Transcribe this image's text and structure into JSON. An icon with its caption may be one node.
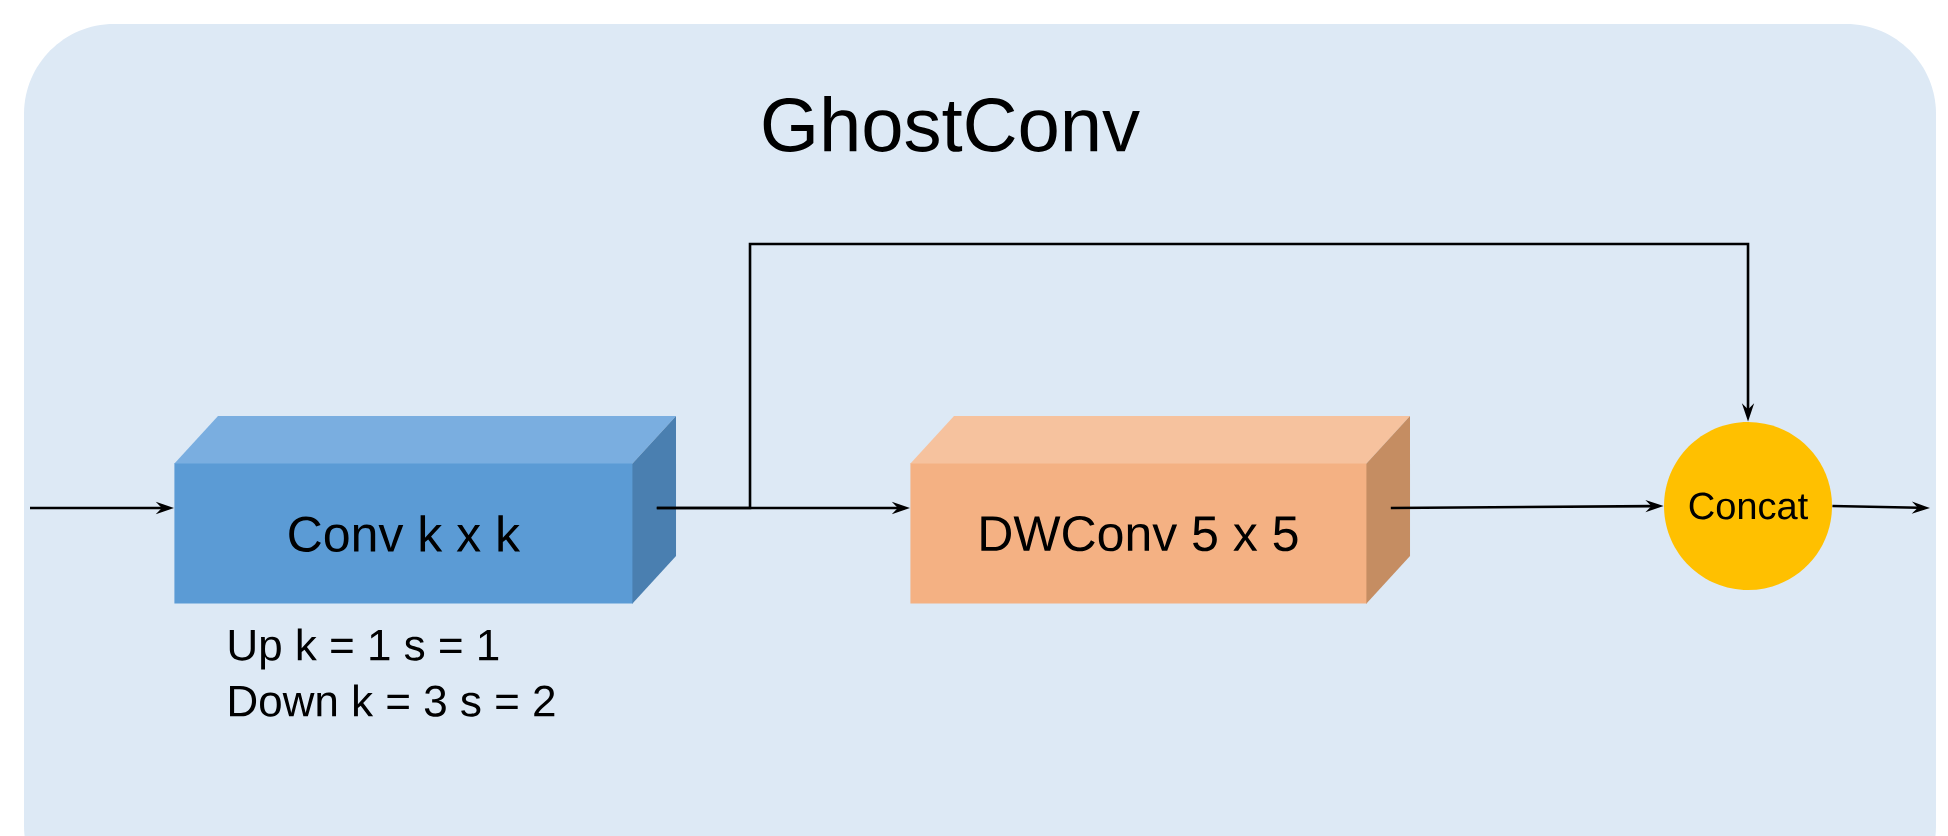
{
  "diagram": {
    "title": "GhostConv",
    "nodes": [
      {
        "text": [
          "Conv k x k"
        ],
        "beside": [
          "Up k = 1 s = 1",
          "Down k = 3 s = 2"
        ]
      },
      {
        "text": [
          "DWConv 5 x 5"
        ]
      },
      {
        "text": [
          "Concat"
        ]
      }
    ],
    "edges": [
      {
        "from": null,
        "to": 0,
        "arrow": "to"
      },
      {
        "from": 0,
        "to": 1,
        "arrow": "to"
      },
      {
        "from": 0,
        "to": 2,
        "arrow": "to"
      },
      {
        "from": 1,
        "to": 2,
        "arrow": "to"
      },
      {
        "from": 2,
        "to": null,
        "arrow": "to"
      }
    ]
  }
}
